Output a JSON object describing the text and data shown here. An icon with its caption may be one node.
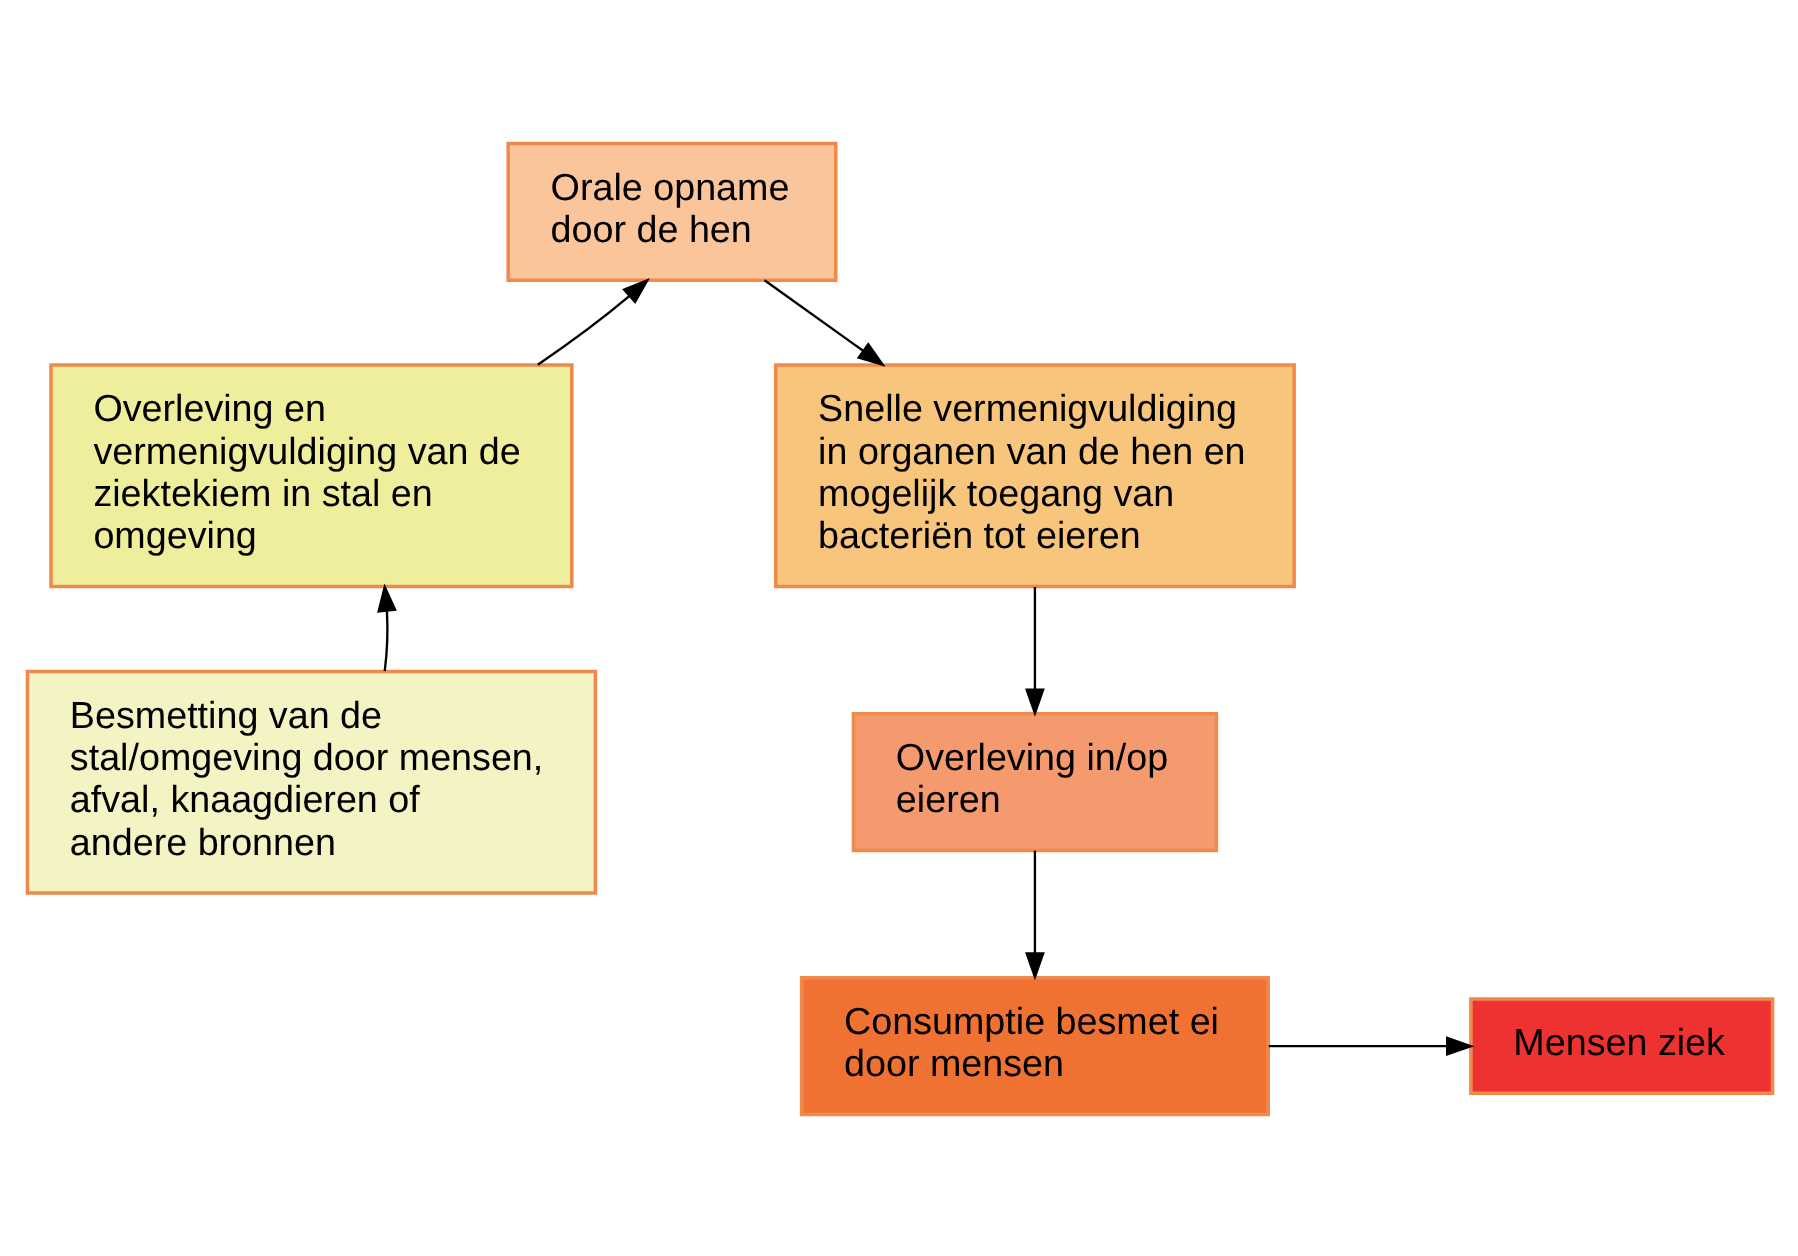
{
  "diagram": {
    "nodes": [
      {
        "text": [
          "Besmetting van de stal/omgeving door mensen, afval, knaagdieren of andere bronnen"
        ]
      },
      {
        "text": [
          "Overleving en vermenigvuldiging van de ziektekiem in stal en omgeving"
        ]
      },
      {
        "text": [
          "Orale opname door de hen"
        ]
      },
      {
        "text": [
          "Snelle vermenigvuldiging in organen van de hen en mogelijk toegang van bacteriën tot eieren"
        ]
      },
      {
        "text": [
          "Overleving in/op eieren"
        ]
      },
      {
        "text": [
          "Consumptie besmet ei door mensen"
        ]
      },
      {
        "text": [
          "Mensen ziek"
        ]
      }
    ],
    "edges": [
      {
        "from": 0,
        "to": 1,
        "arrow": "to"
      },
      {
        "from": 1,
        "to": 2,
        "arrow": "to"
      },
      {
        "from": 2,
        "to": 3,
        "arrow": "to"
      },
      {
        "from": 3,
        "to": 4,
        "arrow": "to"
      },
      {
        "from": 4,
        "to": 5,
        "arrow": "to"
      },
      {
        "from": 5,
        "to": 6,
        "arrow": "to"
      }
    ]
  }
}
